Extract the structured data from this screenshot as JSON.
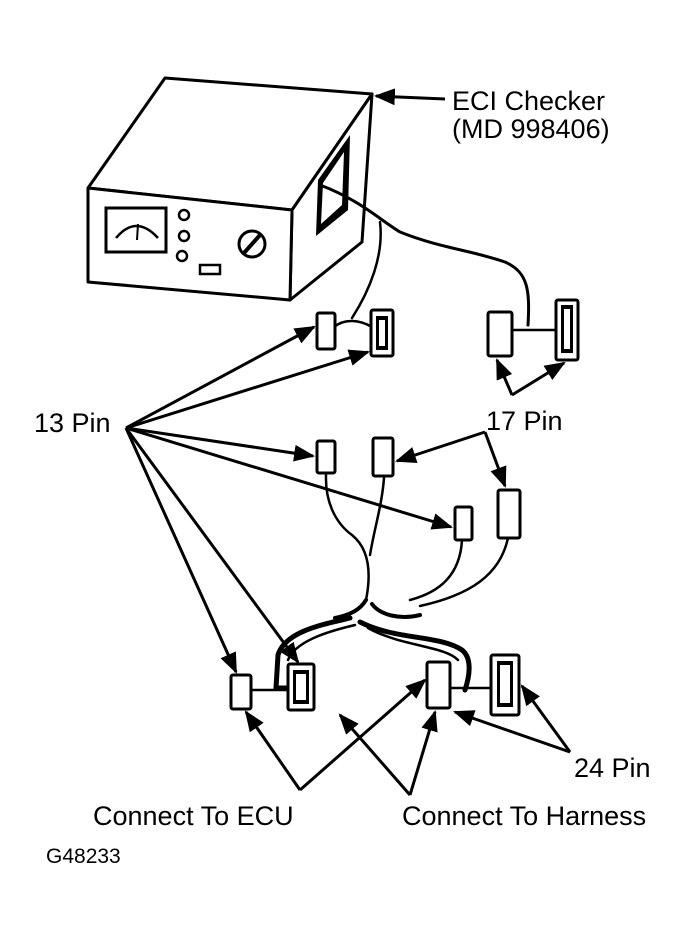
{
  "labels": {
    "checker_name": "ECI Checker",
    "checker_part": "(MD 998406)",
    "pin13": "13 Pin",
    "pin17": "17 Pin",
    "pin24": "24 Pin",
    "connect_ecu": "Connect To ECU",
    "connect_harness": "Connect To Harness",
    "figure_code": "G48233"
  },
  "colors": {
    "ink": "#000000",
    "paper": "#ffffff"
  }
}
